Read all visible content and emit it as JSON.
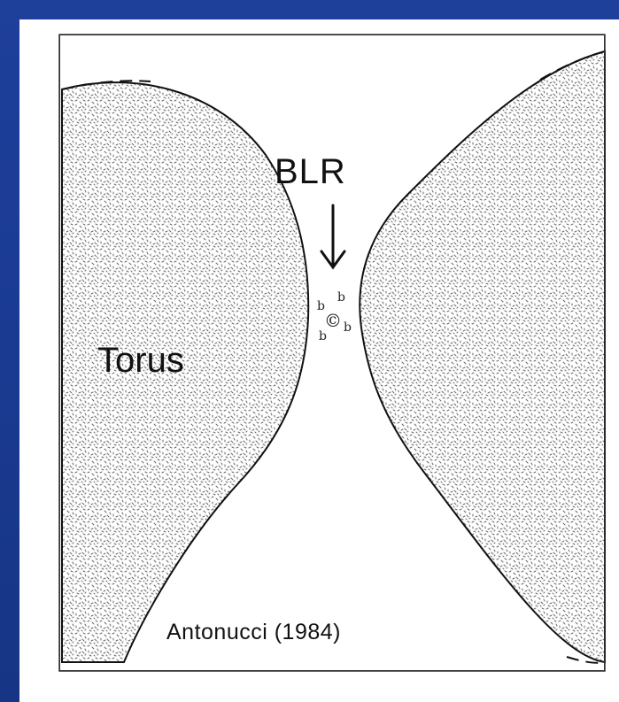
{
  "labels": {
    "blr": "BLR",
    "torus": "Torus",
    "citation": "Antonucci (1984)",
    "cloud_marks": [
      "b",
      "b",
      "b",
      "b"
    ],
    "core_mark": "©"
  },
  "colors": {
    "background": "#1a3a92",
    "panel": "#ffffff",
    "ink": "#111111"
  }
}
